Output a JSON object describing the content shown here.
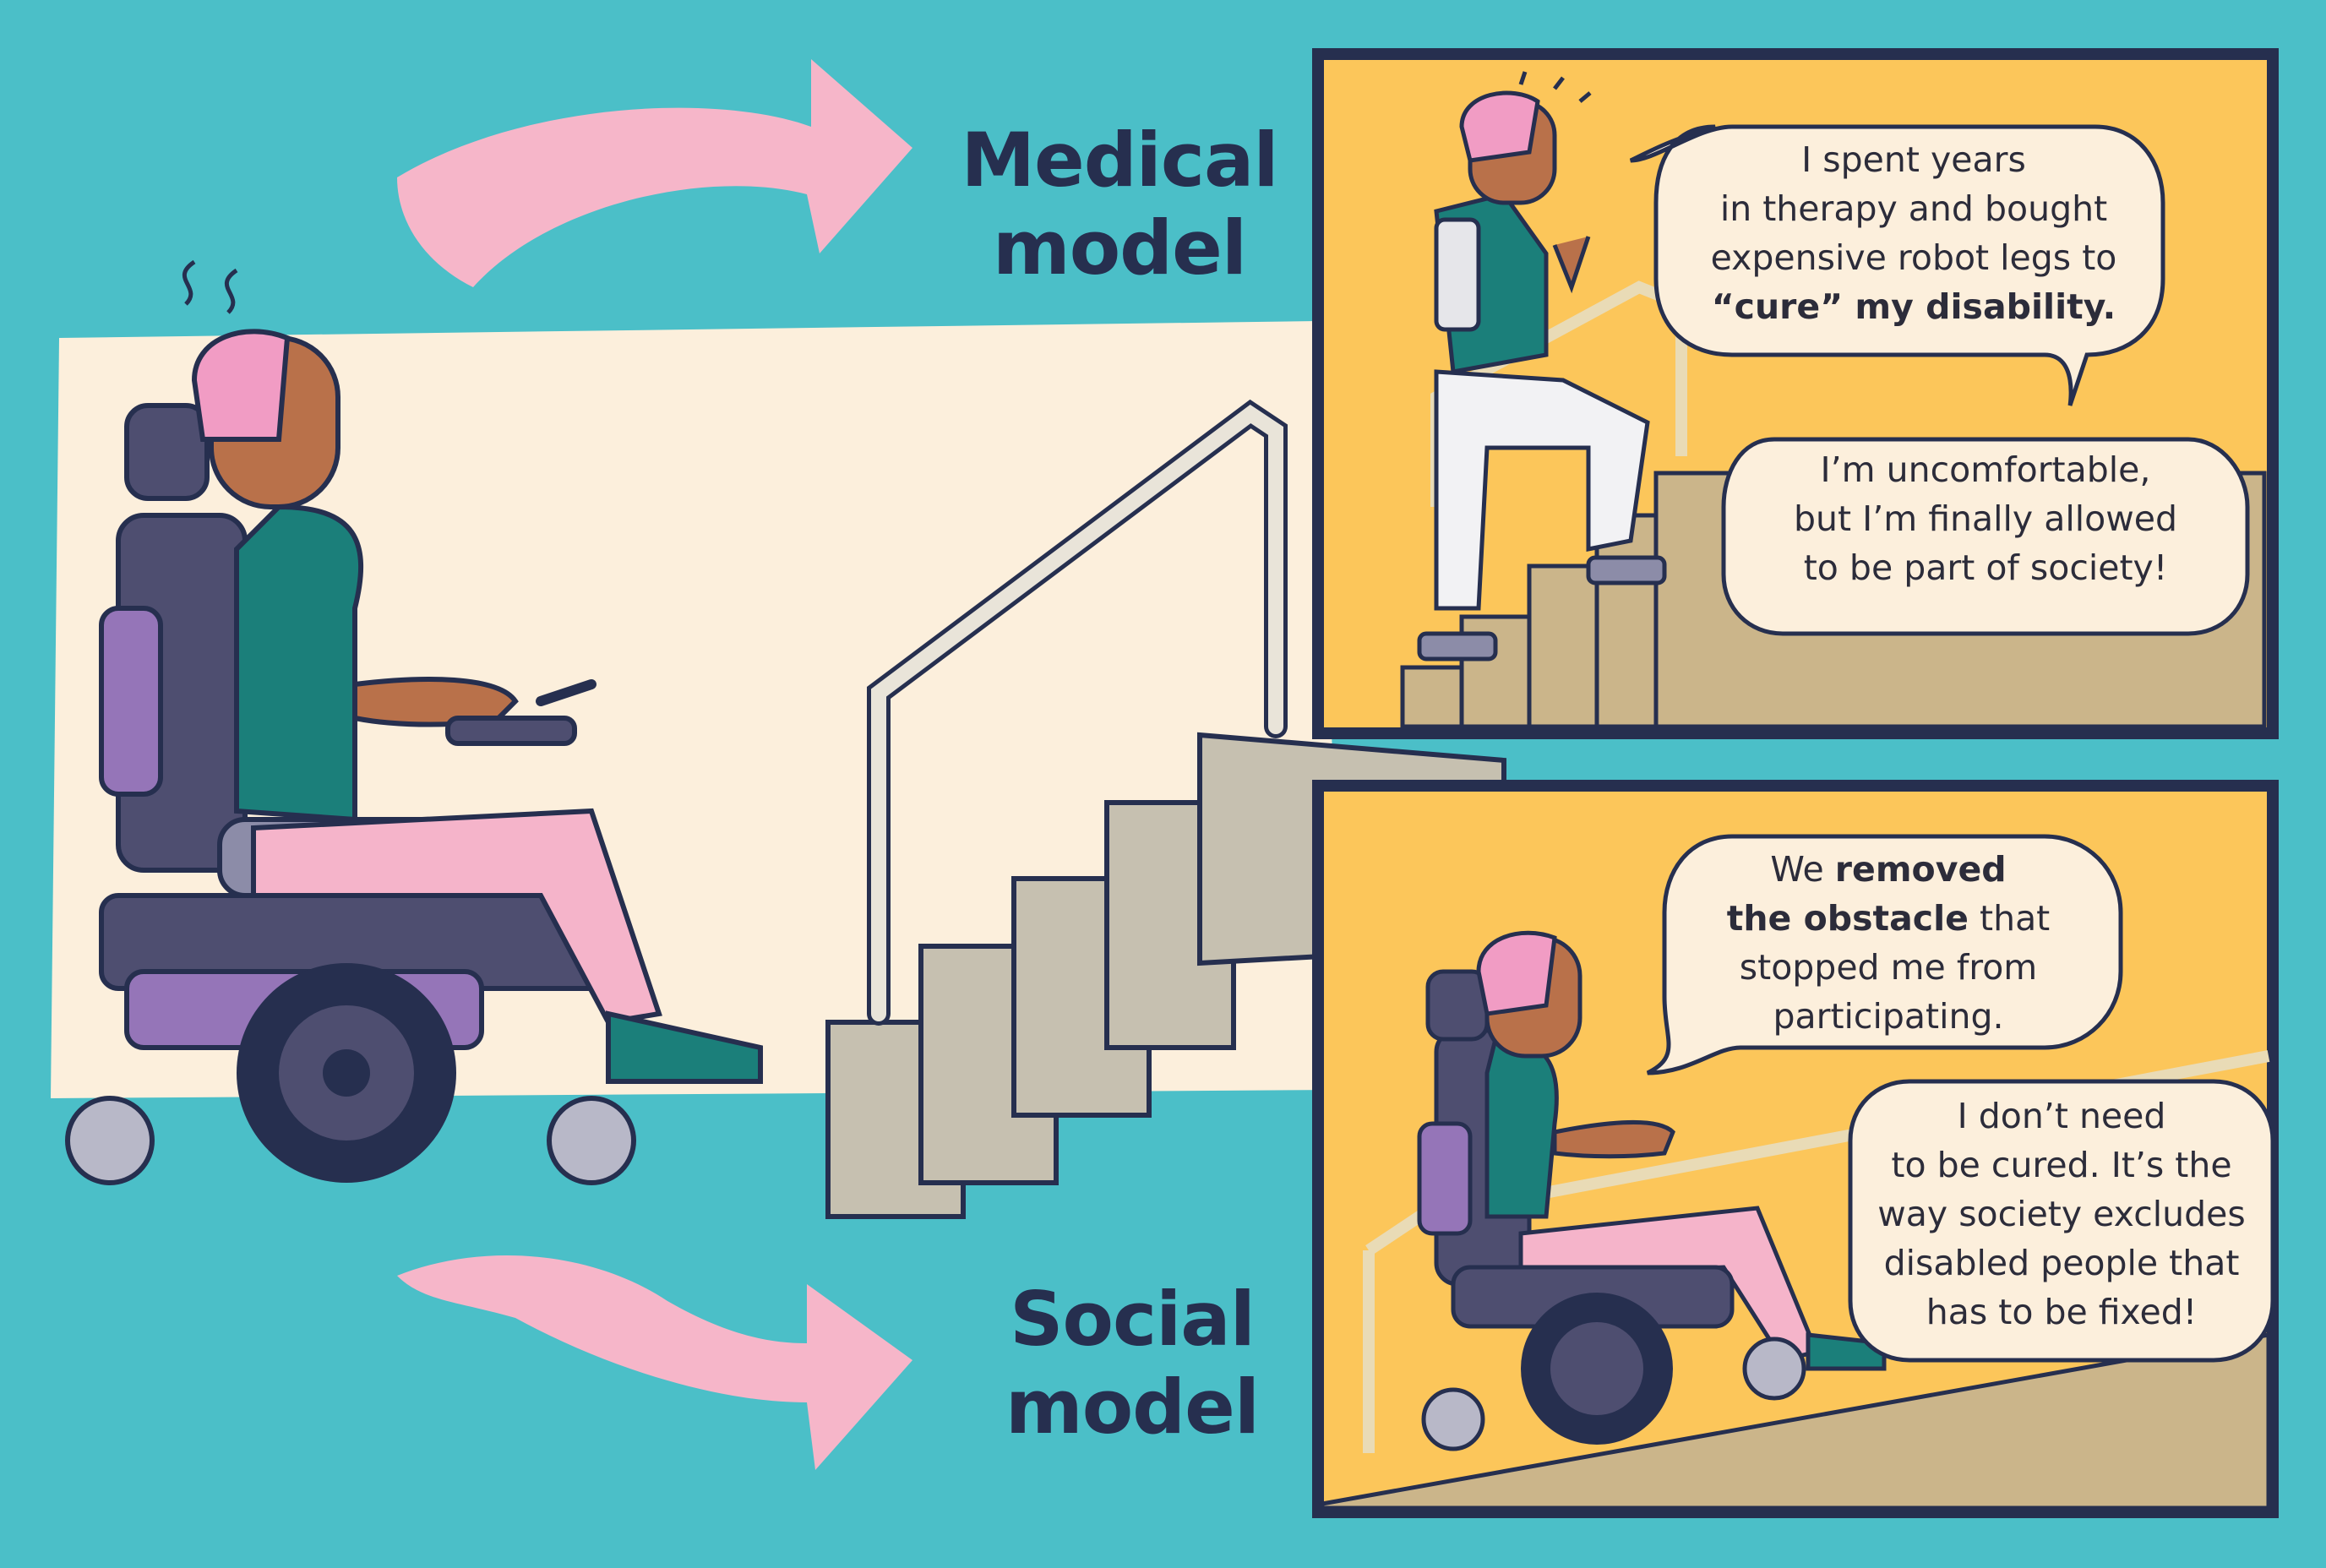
{
  "labels": {
    "medical": [
      "Medical",
      "model"
    ],
    "social": [
      "Social",
      "model"
    ]
  },
  "panel_top": {
    "bubble_1": [
      {
        "parts": [
          {
            "t": "I spent years",
            "b": false
          }
        ]
      },
      {
        "parts": [
          {
            "t": "in therapy and bought",
            "b": false
          }
        ]
      },
      {
        "parts": [
          {
            "t": "expensive robot legs to",
            "b": false
          }
        ]
      },
      {
        "parts": [
          {
            "t": "“cure” my disability.",
            "b": true
          }
        ]
      }
    ],
    "bubble_2": [
      {
        "parts": [
          {
            "t": "I’m uncomfortable,",
            "b": false
          }
        ]
      },
      {
        "parts": [
          {
            "t": "but I’m finally allowed",
            "b": false
          }
        ]
      },
      {
        "parts": [
          {
            "t": "to be part of society!",
            "b": false
          }
        ]
      }
    ]
  },
  "panel_bottom": {
    "bubble_1": [
      {
        "parts": [
          {
            "t": "We ",
            "b": false
          },
          {
            "t": "removed",
            "b": true
          }
        ]
      },
      {
        "parts": [
          {
            "t": "the obstacle",
            "b": true
          },
          {
            "t": " that",
            "b": false
          }
        ]
      },
      {
        "parts": [
          {
            "t": "stopped me from",
            "b": false
          }
        ]
      },
      {
        "parts": [
          {
            "t": "participating.",
            "b": false
          }
        ]
      }
    ],
    "bubble_2": [
      {
        "parts": [
          {
            "t": "I don’t need",
            "b": false
          }
        ]
      },
      {
        "parts": [
          {
            "t": "to be cured. It’s the",
            "b": false
          }
        ]
      },
      {
        "parts": [
          {
            "t": "way society excludes",
            "b": false
          }
        ]
      },
      {
        "parts": [
          {
            "t": "disabled people that",
            "b": false
          }
        ]
      },
      {
        "parts": [
          {
            "t": "has to be fixed!",
            "b": false
          }
        ]
      }
    ]
  },
  "colors": {
    "background": "#4bbfc8",
    "cream": "#fcefdc",
    "panel_yellow": "#fcc65a",
    "panel_border": "#262f4f",
    "arrow_pink": "#f6b6c9",
    "stairs": "#c6c0b0",
    "skin": "#b9714a",
    "hair": "#f19cc4",
    "shirt": "#1b7f7a",
    "pants": "#f5b4ca",
    "wheelchair": "#4e4e70",
    "wheelchair_accent": "#9575b8"
  }
}
